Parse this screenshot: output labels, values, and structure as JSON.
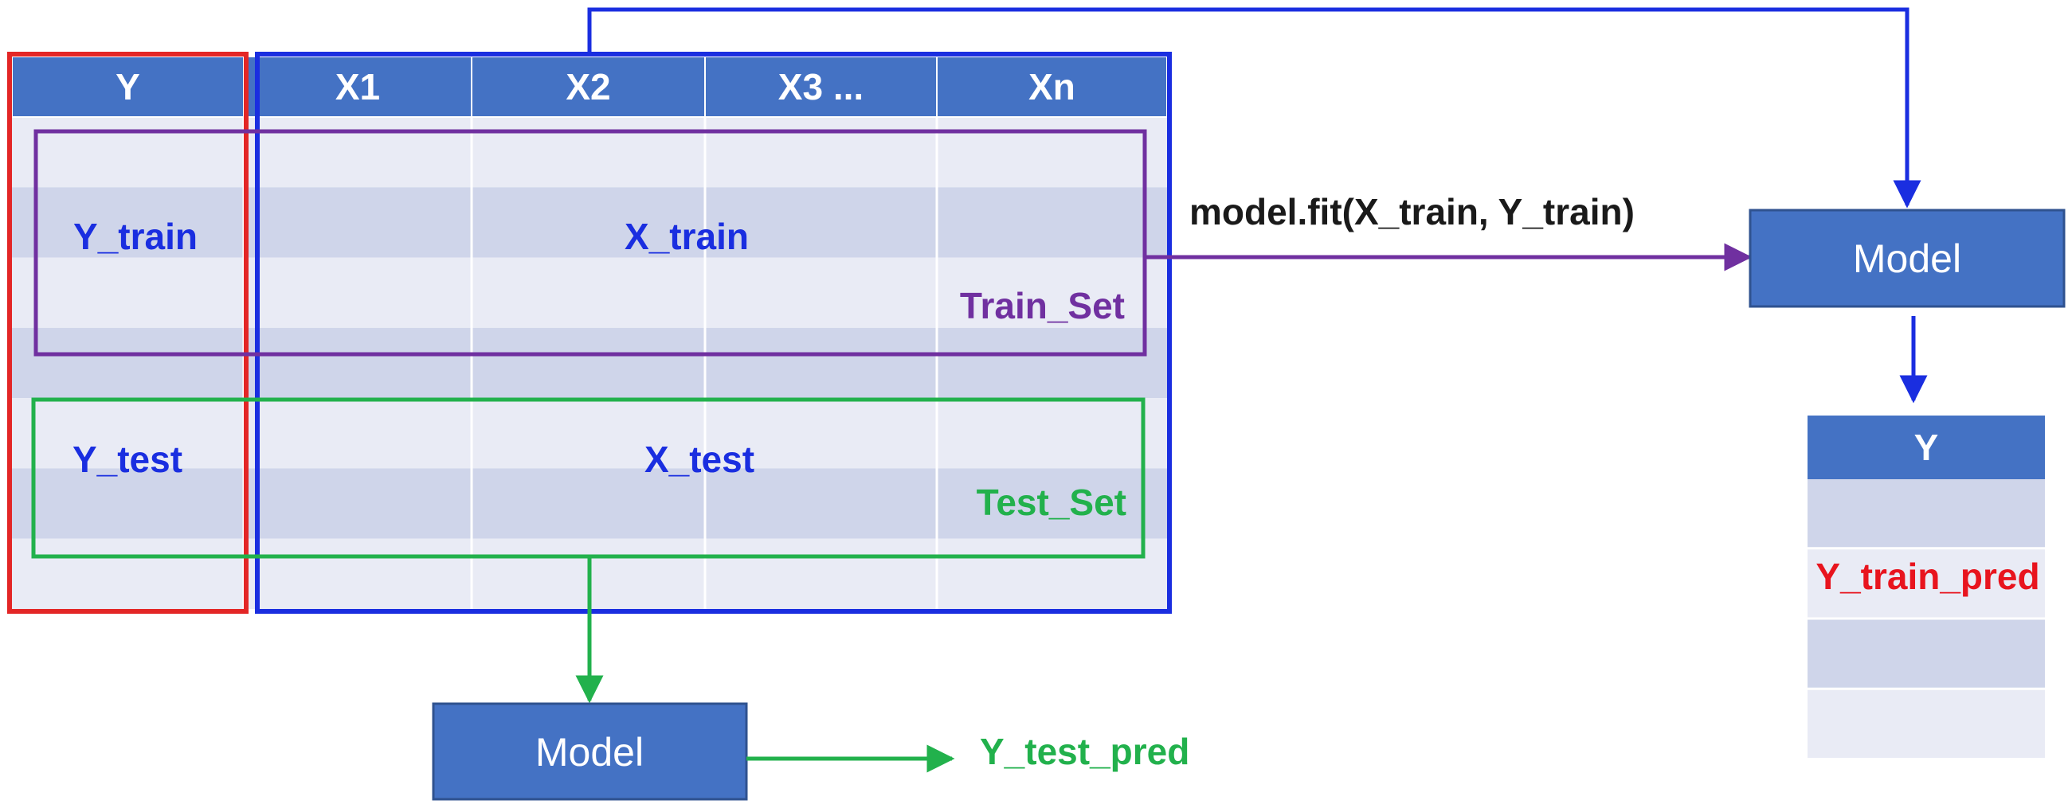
{
  "table": {
    "headers": [
      "Y",
      "X1",
      "X2",
      "X3 ...",
      "Xn"
    ],
    "row_count": 7
  },
  "labels": {
    "y_train": "Y_train",
    "x_train": "X_train",
    "train_set": "Train_Set",
    "y_test": "Y_test",
    "x_test": "X_test",
    "test_set": "Test_Set",
    "fit_call": "model.fit(X_train, Y_train)",
    "model_top": "Model",
    "model_bottom": "Model",
    "y_test_pred": "Y_test_pred"
  },
  "output_table": {
    "header": "Y",
    "row_label": "Y_train_pred",
    "row_count": 4
  },
  "colors": {
    "header_fill": "#4472c4",
    "row_dark": "#cfd5ea",
    "row_light": "#e9ebf5",
    "y_border": "#e32626",
    "x_border": "#1a2ee0",
    "train_border": "#7030a0",
    "test_border": "#22b14c",
    "label_blue": "#1a2ee0",
    "label_purple": "#7030a0",
    "label_green": "#22b14c",
    "label_red": "#e8141e",
    "text_dark": "#1a1a1a"
  }
}
